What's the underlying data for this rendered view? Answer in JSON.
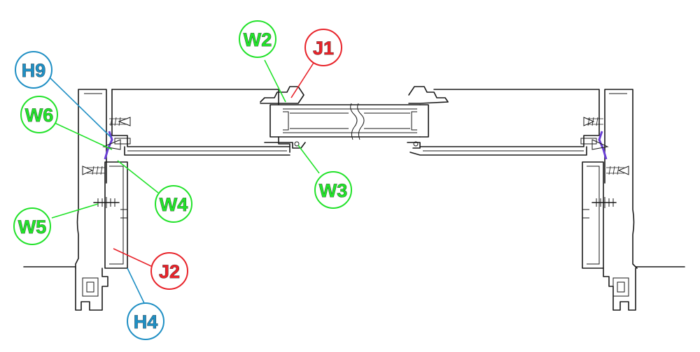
{
  "colors": {
    "green": "#22e22a",
    "red": "#e8232a",
    "blue": "#1f8fc4",
    "seal": "#6a3fd6"
  },
  "callouts": [
    {
      "id": "W2",
      "label": "W2",
      "color": "green"
    },
    {
      "id": "J1",
      "label": "J1",
      "color": "red"
    },
    {
      "id": "H9",
      "label": "H9",
      "color": "blue"
    },
    {
      "id": "W6",
      "label": "W6",
      "color": "green"
    },
    {
      "id": "W4",
      "label": "W4",
      "color": "green"
    },
    {
      "id": "W3",
      "label": "W3",
      "color": "green"
    },
    {
      "id": "W5",
      "label": "W5",
      "color": "green"
    },
    {
      "id": "J2",
      "label": "J2",
      "color": "red"
    },
    {
      "id": "H4",
      "label": "H4",
      "color": "blue"
    }
  ]
}
